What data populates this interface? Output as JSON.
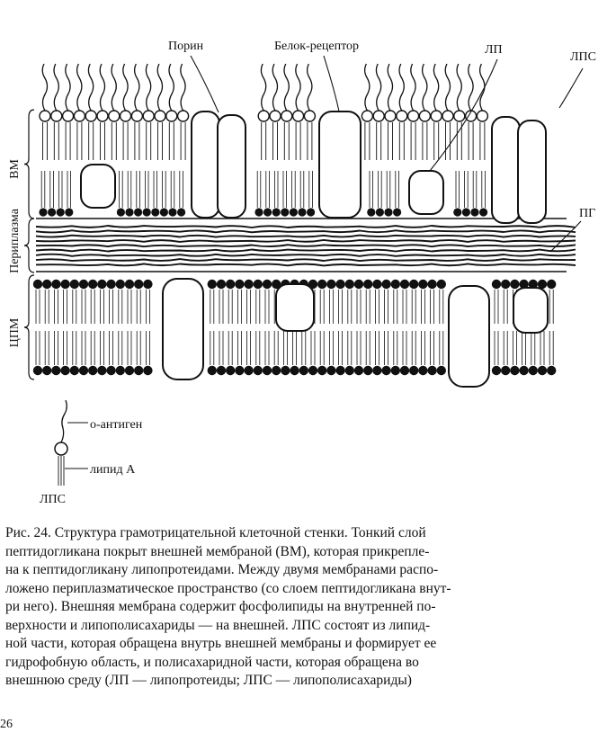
{
  "diagram": {
    "labels": {
      "porin": "Порин",
      "receptor": "Белок-рецептор",
      "lp": "ЛП",
      "lps": "ЛПС",
      "pg": "ПГ",
      "outer_membrane": "ВМ",
      "periplasm": "Периплазма",
      "cytoplasmic_membrane": "ЦПМ"
    },
    "legend": {
      "o_antigen": "о-антиген",
      "lipid_a": "липид А",
      "lps": "ЛПС"
    }
  },
  "caption": {
    "lines": [
      "Рис. 24. Структура грамотрицательной клеточной стенки. Тонкий слой",
      "пептидогликана покрыт внешней мембраной (ВМ), которая прикрепле-",
      "на к пептидогликану липопротеидами. Между двумя мембранами распо-",
      "ложено периплазматическое пространство (со слоем пептидогликана внут-",
      "ри него). Внешняя мембрана содержит фосфолипиды на внутренней по-",
      "верхности и липополисахариды — на внешней. ЛПС состоят из липид-",
      "ной части, которая обращена внутрь внешней мембраны и формирует ее",
      "гидрофобную область, и полисахаридной части, которая обращена во",
      "внешнюю среду (ЛП — липопротеиды; ЛПС — липополисахариды)"
    ]
  },
  "page_number": "26"
}
